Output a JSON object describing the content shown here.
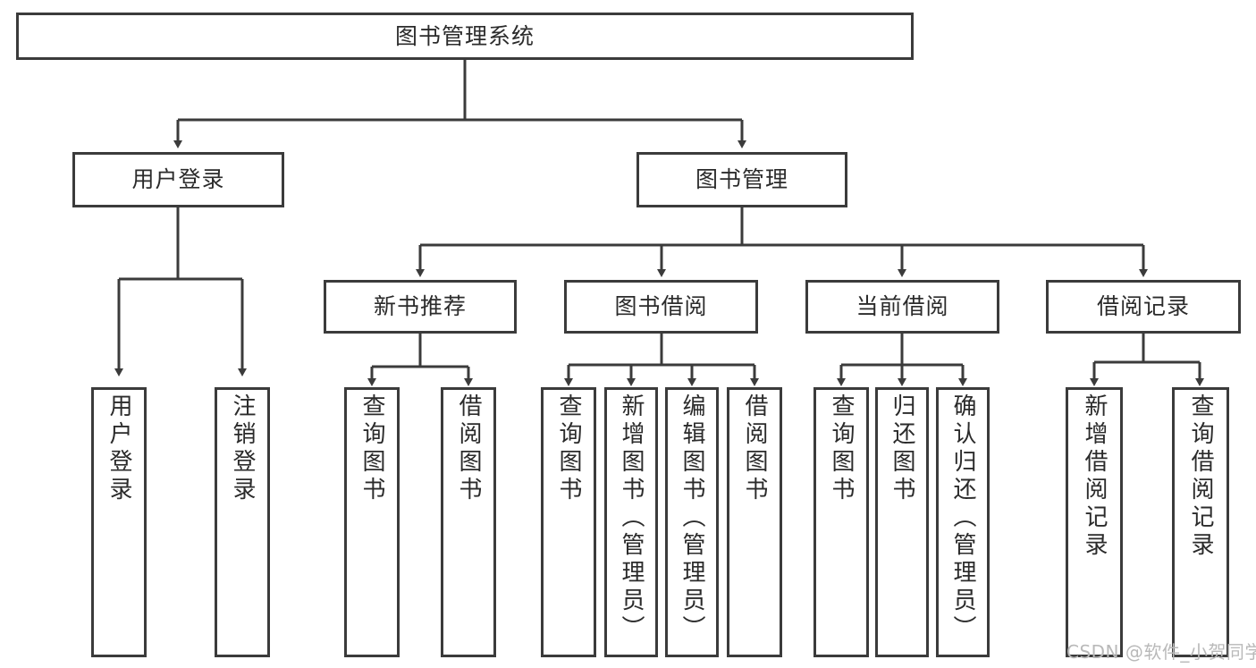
{
  "diagram": {
    "type": "tree",
    "title": "图书管理系统",
    "orientation": "top-down",
    "line_color": "#3b3b3b",
    "box_fill": "#ffffff",
    "text_color": "#2b2b2b",
    "levels": {
      "root": {
        "label": "图书管理系统"
      },
      "level2": [
        {
          "label": "用户登录"
        },
        {
          "label": "图书管理"
        }
      ],
      "level3": [
        {
          "label": "新书推荐"
        },
        {
          "label": "图书借阅"
        },
        {
          "label": "当前借阅"
        },
        {
          "label": "借阅记录"
        }
      ],
      "leaves": {
        "user_login": [
          {
            "label": "用户登录"
          },
          {
            "label": "注销登录"
          }
        ],
        "new_book_recommend": [
          {
            "label": "查询图书"
          },
          {
            "label": "借阅图书"
          }
        ],
        "book_borrow": [
          {
            "label": "查询图书"
          },
          {
            "label": "新增图书（管理员）"
          },
          {
            "label": "编辑图书（管理员）"
          },
          {
            "label": "借阅图书"
          }
        ],
        "current_borrow": [
          {
            "label": "查询图书"
          },
          {
            "label": "归还图书"
          },
          {
            "label": "确认归还（管理员）"
          }
        ],
        "borrow_record": [
          {
            "label": "新增借阅记录"
          },
          {
            "label": "查询借阅记录"
          }
        ]
      }
    }
  },
  "watermark": {
    "text": "CSDN @软件_小贺同学"
  }
}
